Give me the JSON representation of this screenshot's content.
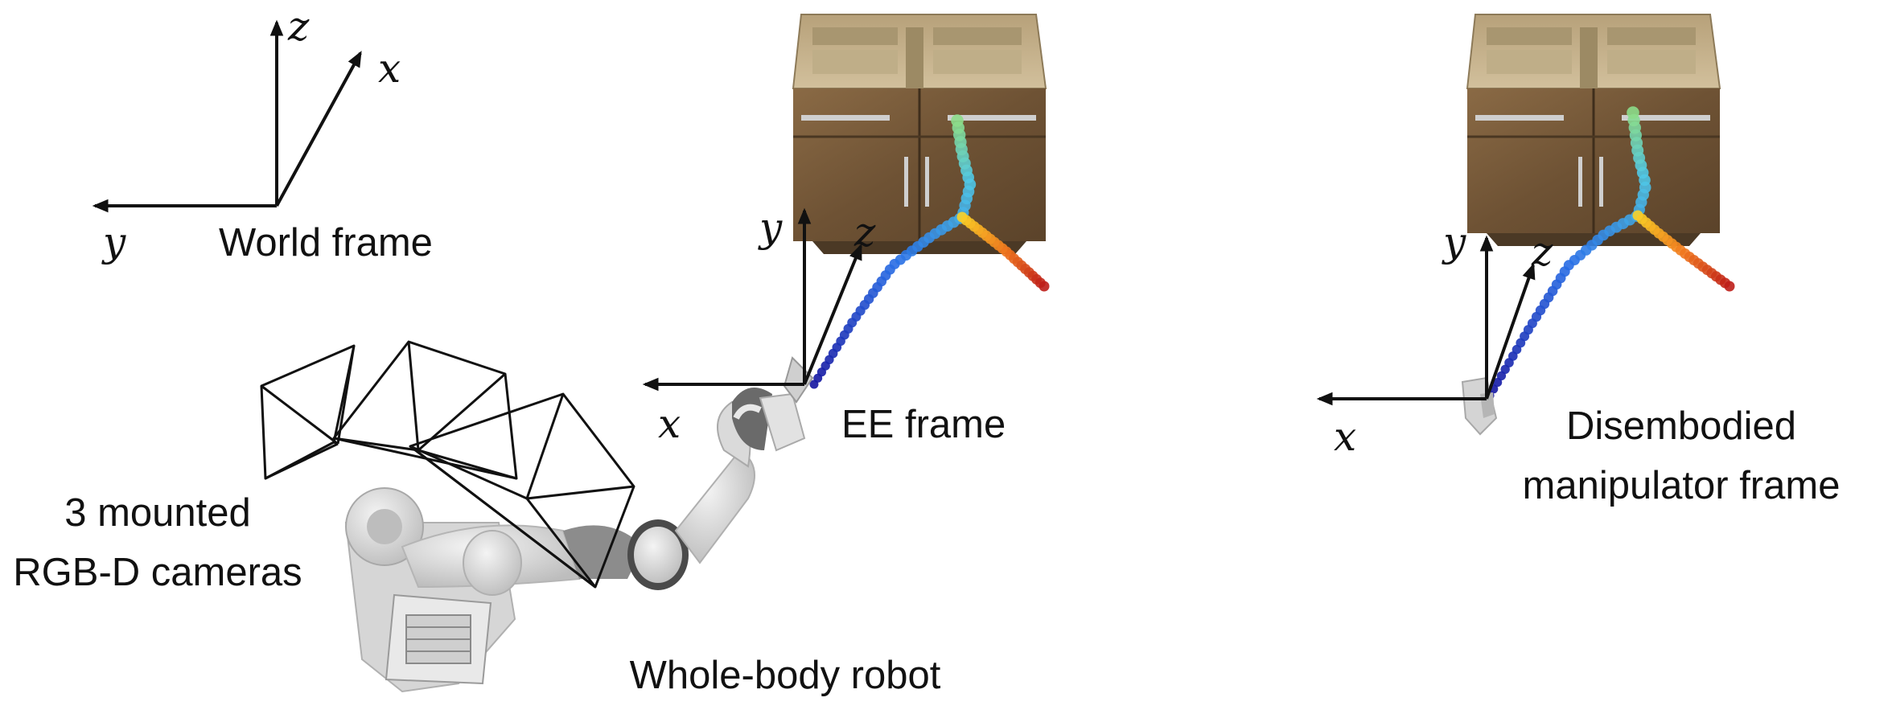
{
  "labels": {
    "world_frame": "World frame",
    "ee_frame": "EE frame",
    "cameras_line1": "3 mounted",
    "cameras_line2": "RGB-D cameras",
    "whole_body_robot": "Whole-body robot",
    "disembodied_line1": "Disembodied",
    "disembodied_line2": "manipulator frame"
  },
  "axes": {
    "world": {
      "x": "x",
      "y": "y",
      "z": "z"
    },
    "ee": {
      "x": "x",
      "y": "y",
      "z": "z"
    },
    "disembodied": {
      "x": "x",
      "y": "y",
      "z": "z"
    }
  },
  "colors": {
    "cabinet_body": "#7a5c3c",
    "cabinet_top": "#c9b690",
    "robot": "#d9d9d9",
    "trajectory_start": "#1a1aa8",
    "trajectory_end": "#c0201a"
  }
}
